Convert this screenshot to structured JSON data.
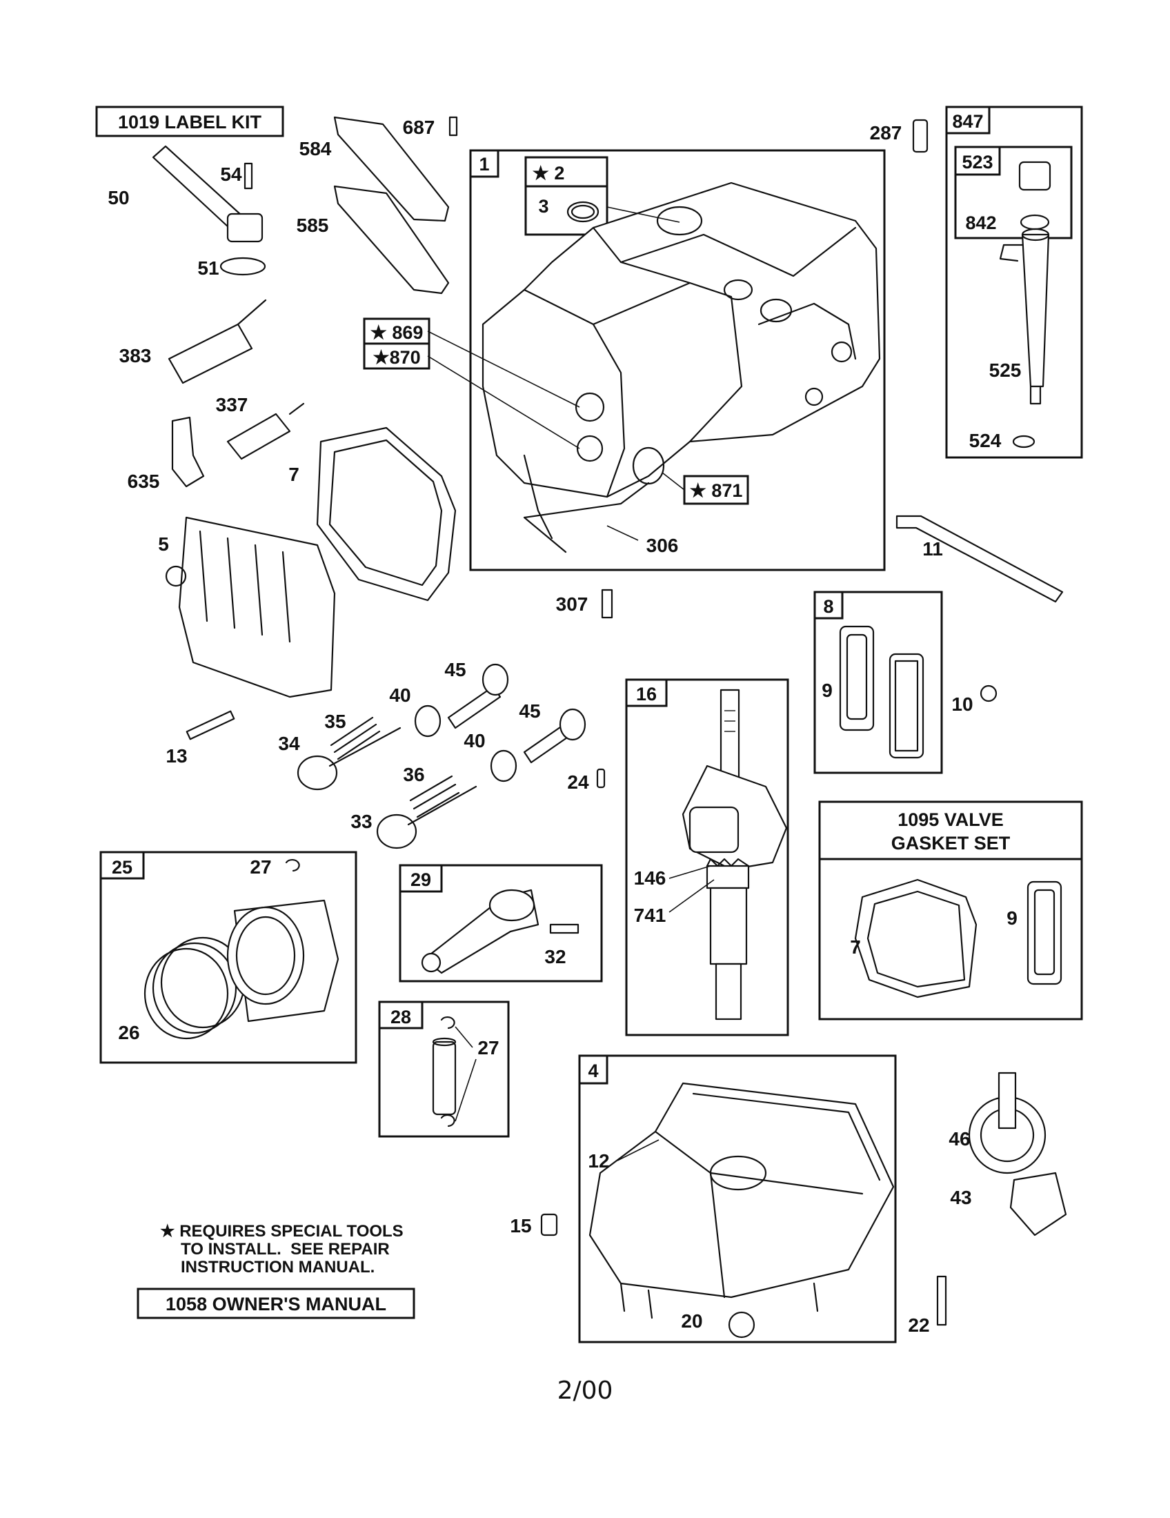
{
  "kits": {
    "label_kit": "1019 LABEL KIT",
    "owners_manual": "1058 OWNER'S MANUAL",
    "valve_gasket_set_line1": "1095 VALVE",
    "valve_gasket_set_line2": "GASKET SET"
  },
  "note": {
    "star": "★",
    "line1": "REQUIRES SPECIAL TOOLS",
    "line2": "TO INSTALL.  SEE REPAIR",
    "line3": "INSTRUCTION MANUAL."
  },
  "footer": "2/00",
  "box_labels": {
    "b1": "1",
    "b2": "★ 2",
    "b3": "3",
    "b869": "★ 869",
    "b870": "★870",
    "b871": "★ 871",
    "b847": "847",
    "b523": "523",
    "b842": "842",
    "b8": "8",
    "b16": "16",
    "b25": "25",
    "b29": "29",
    "b28": "28",
    "b4": "4"
  },
  "part_labels": {
    "p687": "687",
    "p584": "584",
    "p585": "585",
    "p54": "54",
    "p50": "50",
    "p51": "51",
    "p383": "383",
    "p337": "337",
    "p635": "635",
    "p7a": "7",
    "p5": "5",
    "p306": "306",
    "p307": "307",
    "p287": "287",
    "p525": "525",
    "p524": "524",
    "p11": "11",
    "p9a": "9",
    "p10": "10",
    "p45a": "45",
    "p45b": "45",
    "p40a": "40",
    "p40b": "40",
    "p35": "35",
    "p34": "34",
    "p13": "13",
    "p36": "36",
    "p33": "33",
    "p24": "24",
    "p146": "146",
    "p741": "741",
    "p7b": "7",
    "p9b": "9",
    "p27a": "27",
    "p26": "26",
    "p32": "32",
    "p27b": "27",
    "p12": "12",
    "p15": "15",
    "p20": "20",
    "p46": "46",
    "p43": "43",
    "p22": "22"
  }
}
